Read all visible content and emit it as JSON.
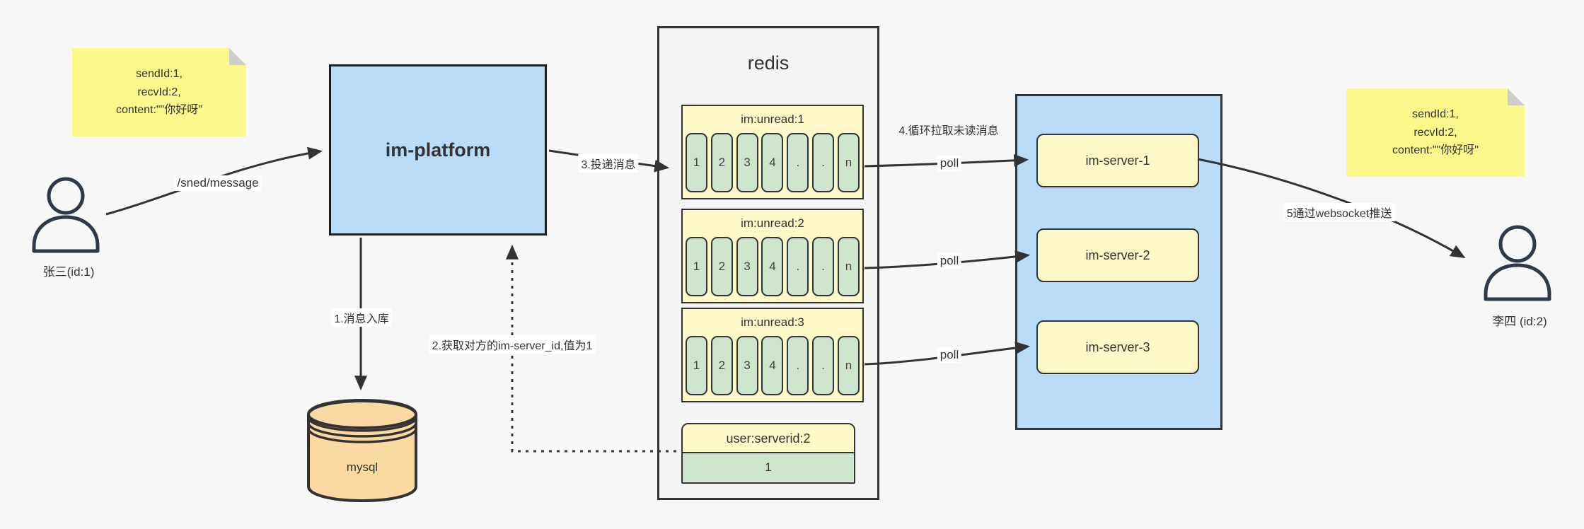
{
  "notes": {
    "left": {
      "line1": "sendId:1,",
      "line2": "recvId:2,",
      "line3": "content:\"\"你好呀\""
    },
    "right": {
      "line1": "sendId:1,",
      "line2": "recvId:2,",
      "line3": "content:\"\"你好呀\""
    }
  },
  "actors": {
    "sender": {
      "name": "张三(id:1)"
    },
    "receiver": {
      "name": "李四 (id:2)"
    }
  },
  "platform": {
    "title": "im-platform"
  },
  "mysql": {
    "title": "mysql"
  },
  "redis": {
    "title": "redis",
    "queues": [
      {
        "name": "im:unread:1",
        "cells": [
          "1",
          "2",
          "3",
          "4",
          ".",
          ".",
          "n"
        ]
      },
      {
        "name": "im:unread:2",
        "cells": [
          "1",
          "2",
          "3",
          "4",
          ".",
          ".",
          "n"
        ]
      },
      {
        "name": "im:unread:3",
        "cells": [
          "1",
          "2",
          "3",
          "4",
          ".",
          ".",
          "n"
        ]
      }
    ],
    "kv": {
      "name": "user:serverid:2",
      "value": "1"
    }
  },
  "servers": [
    {
      "label": "im-server-1"
    },
    {
      "label": "im-server-2"
    },
    {
      "label": "im-server-3"
    }
  ],
  "edges": {
    "send": "/sned/message",
    "step1": "1.消息入库",
    "step2": "2.获取对方的im-server_id,值为1",
    "step3": "3.投递消息",
    "step4": "4.循环拉取未读消息",
    "step5": "5通过websocket推送",
    "poll1": "poll",
    "poll2": "poll",
    "poll3": "poll"
  },
  "colors": {
    "background": "#f7f7f7",
    "node_blue": "#b9dcf8",
    "note_yellow": "#faf78b",
    "header_yellow": "#fcf8c7",
    "cell_green": "#cde5cc",
    "mysql_tan": "#fbd9a2",
    "line_dark": "#333333"
  }
}
